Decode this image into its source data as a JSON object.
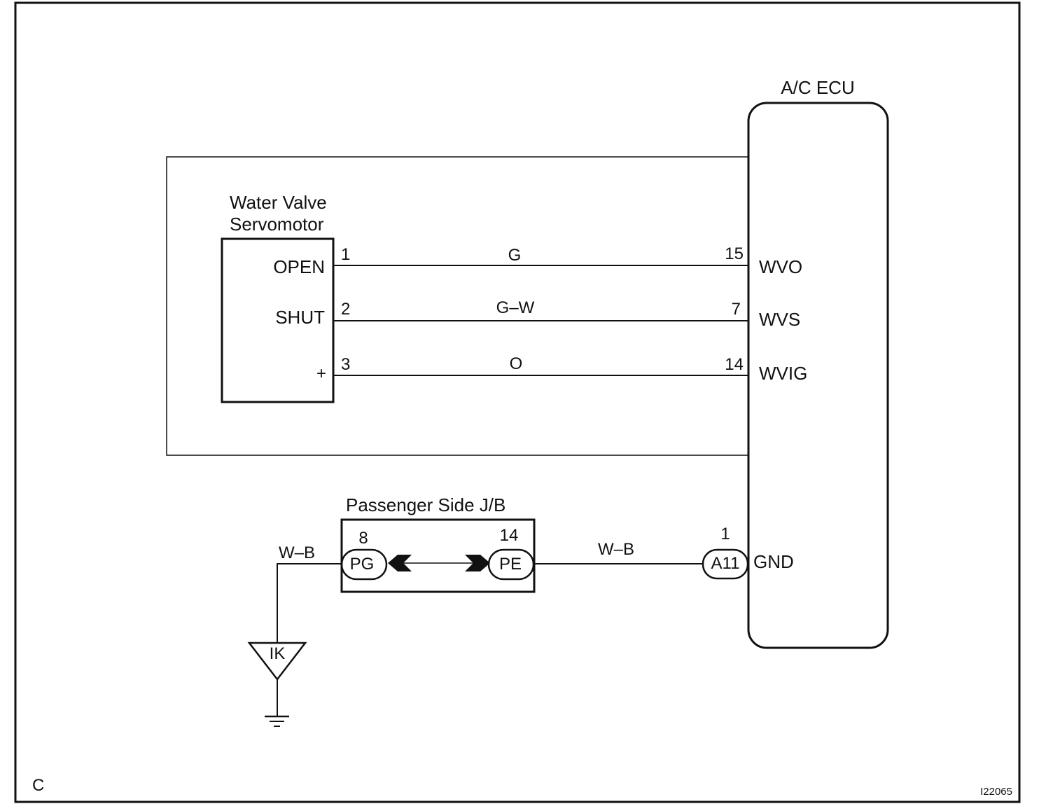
{
  "ecu": {
    "title": "A/C ECU",
    "pins": [
      {
        "num": "15",
        "name": "WVO"
      },
      {
        "num": "7",
        "name": "WVS"
      },
      {
        "num": "14",
        "name": "WVIG"
      },
      {
        "num": "1",
        "name": "GND"
      }
    ],
    "connector": "A11"
  },
  "servomotor": {
    "title_line1": "Water Valve",
    "title_line2": "Servomotor",
    "terminals": [
      {
        "name": "OPEN",
        "num": "1"
      },
      {
        "name": "SHUT",
        "num": "2"
      },
      {
        "name": "+",
        "num": "3"
      }
    ]
  },
  "wires": {
    "open": "G",
    "shut": "G–W",
    "plus": "O",
    "jb_to_ecu": "W–B",
    "jb_to_ground": "W–B"
  },
  "junction_box": {
    "title": "Passenger Side J/B",
    "left_pin": "8",
    "left_connector": "PG",
    "right_pin": "14",
    "right_connector": "PE"
  },
  "ground": {
    "label": "IK"
  },
  "corner_letter": "C",
  "figure_id": "I22065"
}
